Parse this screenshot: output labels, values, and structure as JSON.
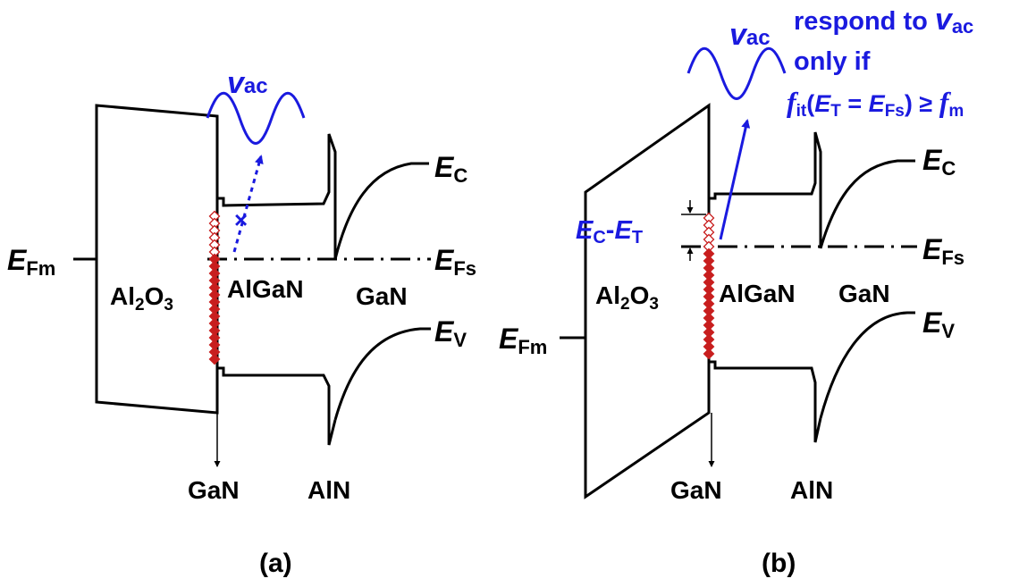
{
  "panel_a": {
    "vac_sym": "v",
    "vac_sub": "ac",
    "efm_sym": "E",
    "efm_sub": "Fm",
    "efs_sym": "E",
    "efs_sub": "Fs",
    "ec_sym": "E",
    "ec_sub": "C",
    "ev_sym": "E",
    "ev_sub": "V",
    "al2o3_a": "Al",
    "al2o3_b": "2",
    "al2o3_c": "O",
    "al2o3_d": "3",
    "algan": "AlGaN",
    "gan_right": "GaN",
    "gan_bottom": "GaN",
    "aln": "AlN",
    "blocked_mark": "×",
    "caption": "(a)"
  },
  "panel_b": {
    "vac_sym": "v",
    "vac_sub": "ac",
    "respond_1": "respond to ",
    "respond_v": "v",
    "respond_ac": "ac",
    "only_if": "only if",
    "cond_f": "f",
    "cond_it": "it",
    "cond_open": "(",
    "cond_e1": "E",
    "cond_t": "T",
    "cond_eq": " = ",
    "cond_e2": "E",
    "cond_fs": "Fs",
    "cond_close": ") ≥ ",
    "cond_f2": "f",
    "cond_m": "m",
    "ecet_e1": "E",
    "ecet_c": "C",
    "ecet_dash": "-",
    "ecet_e2": "E",
    "ecet_t": "T",
    "efm_sym": "E",
    "efm_sub": "Fm",
    "efs_sym": "E",
    "efs_sub": "Fs",
    "ec_sym": "E",
    "ec_sub": "C",
    "ev_sym": "E",
    "ev_sub": "V",
    "al2o3_a": "Al",
    "al2o3_b": "2",
    "al2o3_c": "O",
    "al2o3_d": "3",
    "algan": "AlGaN",
    "gan_right": "GaN",
    "gan_bottom": "GaN",
    "aln": "AlN",
    "caption": "(b)"
  },
  "colors": {
    "ac_signal": "#1a1adf",
    "trap_filled": "#c81e1e",
    "trap_empty": "#c81e1e",
    "lines": "#000000"
  }
}
